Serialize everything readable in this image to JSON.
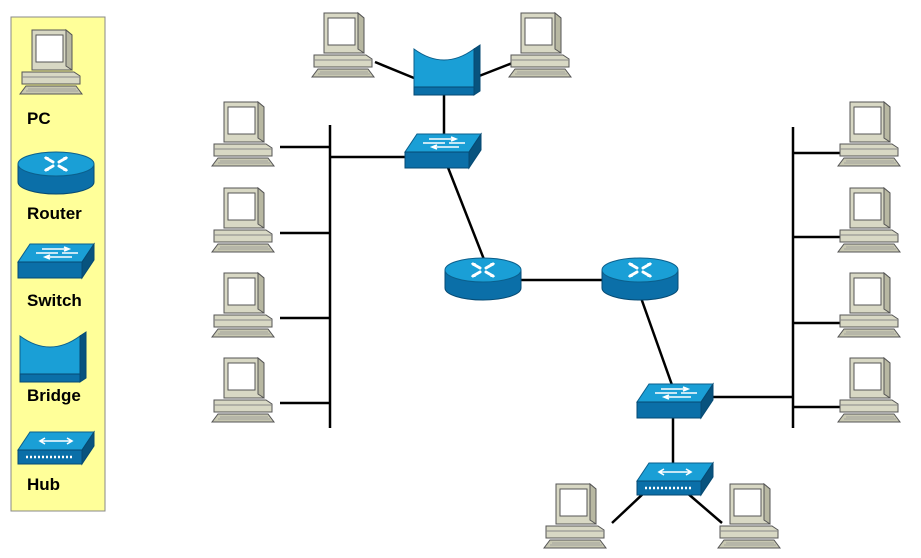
{
  "legend": {
    "items": [
      {
        "icon": "pc-icon",
        "label": "PC"
      },
      {
        "icon": "router-icon",
        "label": "Router"
      },
      {
        "icon": "switch-icon",
        "label": "Switch"
      },
      {
        "icon": "bridge-icon",
        "label": "Bridge"
      },
      {
        "icon": "hub-icon",
        "label": "Hub"
      }
    ]
  },
  "colors": {
    "legend_bg": "#ffff99",
    "device_blue": "#1a9fd6",
    "device_dark": "#0b5f8c",
    "pc_beige": "#d8d8c4",
    "line": "#000000"
  }
}
